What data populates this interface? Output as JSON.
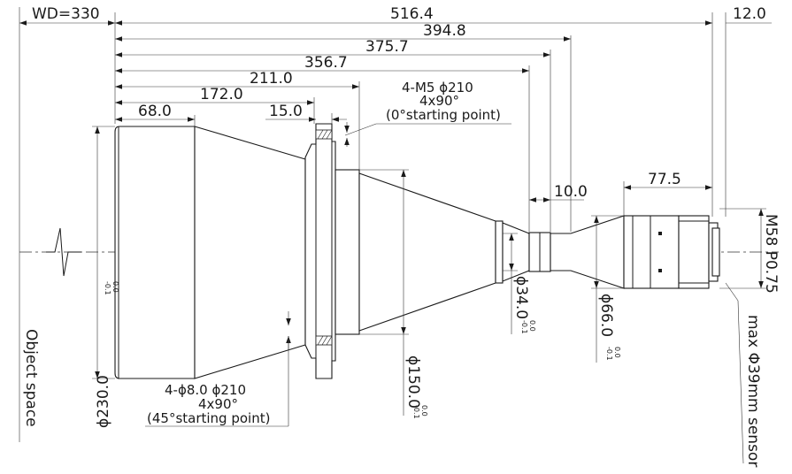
{
  "horizontal_dims": {
    "wd": "WD=330",
    "overall": "516.4",
    "back": "12.0",
    "d394": "394.8",
    "d375": "375.7",
    "d356": "356.7",
    "d211": "211.0",
    "d172": "172.0",
    "d68": "68.0",
    "d15": "15.0",
    "d10": "10.0",
    "d77": "77.5"
  },
  "diameters": {
    "d230": "ϕ230.0",
    "d150": "ϕ150.0",
    "d34": "ϕ34.0",
    "d66": "ϕ66.0",
    "tol_upper": "0.0",
    "tol_lower": "-0.1"
  },
  "notes": {
    "m5_line1": "4-M5 ϕ210",
    "m5_line2": "4x90°",
    "m5_line3": "(0°starting point)",
    "h8_line1": "4-ϕ8.0  ϕ210",
    "h8_line2": "4x90°",
    "h8_line3": "(45°starting point)",
    "thread": "M58 P0.75",
    "sensor": "max Φ39mm sensor",
    "object_space": "Object space"
  }
}
